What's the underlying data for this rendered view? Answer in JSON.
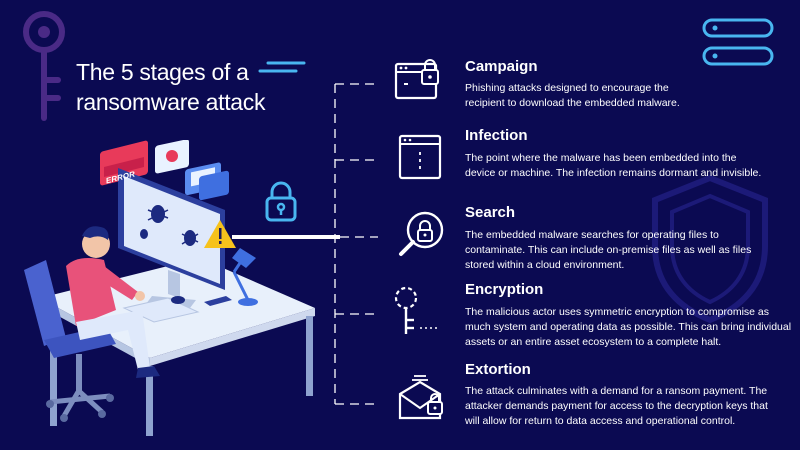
{
  "title_line1": "The 5 stages of a",
  "title_line2": "ransomware attack",
  "illustration": {
    "error_label": "ERROR"
  },
  "stages": [
    {
      "title": "Campaign",
      "desc": "Phishing attacks designed to encourage the recipient to download the embedded malware.",
      "icon": "laptop-lock-icon"
    },
    {
      "title": "Infection",
      "desc": "The point where the malware has been embedded into the device or machine. The infection remains dormant and invisible.",
      "icon": "browser-window-icon"
    },
    {
      "title": "Search",
      "desc": "The embedded malware searches for operating files to contaminate. This can include on-premise files as well as files stored within a cloud environment.",
      "icon": "magnifier-lock-icon"
    },
    {
      "title": "Encryption",
      "desc": "The malicious actor uses symmetric encryption to compromise as much system and operating data as possible. This can bring individual assets or an entire asset ecosystem to a complete halt.",
      "icon": "key-icon"
    },
    {
      "title": "Extortion",
      "desc": "The attack culminates with a demand for a ransom payment. The attacker demands payment for access to the decryption keys that will allow for return to data access and operational control.",
      "icon": "envelope-lock-icon"
    }
  ],
  "colors": {
    "background": "#0b0a52",
    "accent_blue": "#49b6f0",
    "purple_decor": "#5a2a8c",
    "warning_yellow": "#f6c21c",
    "error_red": "#e83a5a"
  }
}
